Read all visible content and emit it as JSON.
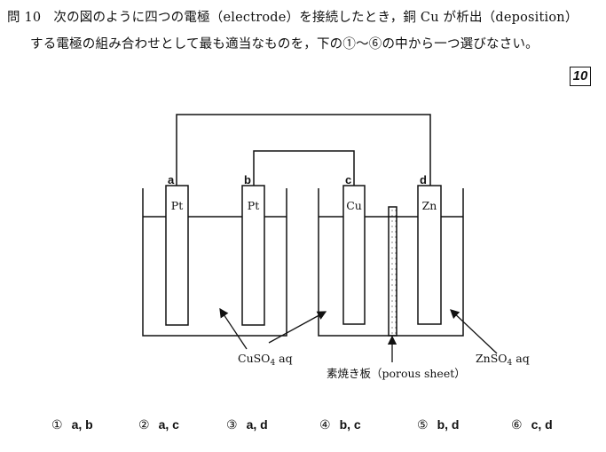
{
  "question": {
    "number": "問 10",
    "line1": "次の図のように四つの電極（electrode）を接続したとき，銅 Cu が析出（deposition）",
    "line2": "する電極の組み合わせとして最も適当なものを，下の①～⑥の中から一つ選びなさい。",
    "answer_box": "10"
  },
  "diagram": {
    "electrodes": [
      {
        "label": "a",
        "material": "Pt"
      },
      {
        "label": "b",
        "material": "Pt"
      },
      {
        "label": "c",
        "material": "Cu"
      },
      {
        "label": "d",
        "material": "Zn"
      }
    ],
    "solution_left": "CuSO4 aq",
    "solution_right": "ZnSO4 aq",
    "porous_sheet": "素焼き板（porous sheet）"
  },
  "options": [
    {
      "num": "①",
      "text": "a,  b"
    },
    {
      "num": "②",
      "text": "a,  c"
    },
    {
      "num": "③",
      "text": "a,  d"
    },
    {
      "num": "④",
      "text": "b,  c"
    },
    {
      "num": "⑤",
      "text": "b,  d"
    },
    {
      "num": "⑥",
      "text": "c,  d"
    }
  ]
}
